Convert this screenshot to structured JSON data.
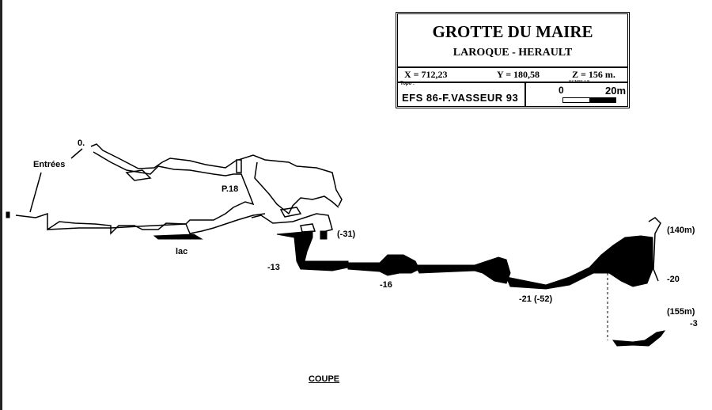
{
  "cartouche": {
    "title": "GROTTE DU MAIRE",
    "subtitle": "LAROQUE - HERAULT",
    "x": "X = 712,23",
    "y": "Y = 180,58",
    "z": "Z = 156  m.",
    "topo_label": "Topo :",
    "topo": "EFS 86-F.VASSEUR 93",
    "scale_label": "ECHELLE",
    "scale_min": "0",
    "scale_max": "20m"
  },
  "labels": {
    "zero": "0.",
    "entrees": "Entrées",
    "p18": "P.18",
    "lac": "lac",
    "m13": "-13",
    "m31": "(-31)",
    "m16": "-16",
    "m21": "-21 (-52)",
    "d140": "(140m)",
    "m20": "-20",
    "d155": "(155m)",
    "m3": "-3",
    "coupe": "COUPE"
  }
}
